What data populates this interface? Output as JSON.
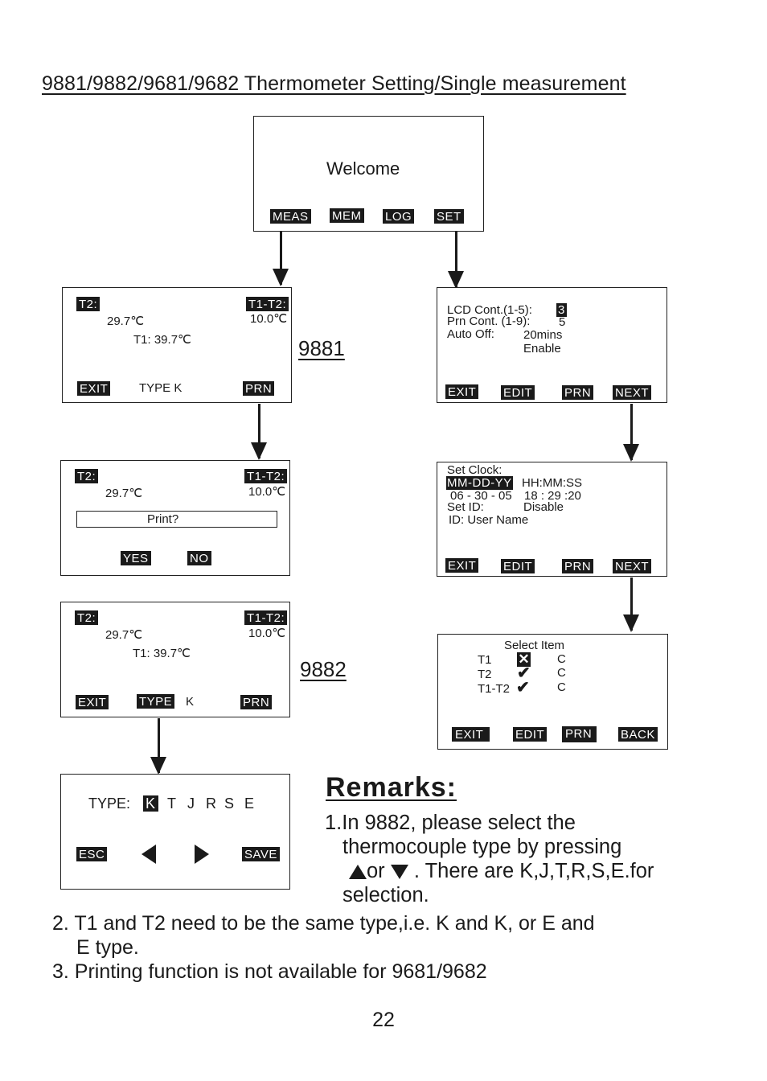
{
  "page_title": "9881/9882/9681/9682 Thermometer  Setting/Single measurement",
  "welcome_screen": {
    "message": "Welcome",
    "softkeys": [
      "MEAS",
      "MEM",
      "LOG",
      "SET"
    ]
  },
  "meas_9881_screen": {
    "t2_label": "T2:",
    "t2_value": "29.7℃",
    "diff_label": "T1-T2:",
    "diff_value": "10.0℃",
    "t1_reading": "T1: 39.7℃",
    "type_text": "TYPE K",
    "softkeys": {
      "exit": "EXIT",
      "prn": "PRN"
    }
  },
  "model_label_9881": "9881",
  "print_confirm_screen": {
    "t2_label": "T2:",
    "t2_value": "29.7℃",
    "diff_label": "T1-T2:",
    "diff_value": "10.0℃",
    "prompt": "Print?",
    "softkeys": {
      "yes": "YES",
      "no": "NO"
    }
  },
  "meas_9882_screen": {
    "t2_label": "T2:",
    "t2_value": "29.7℃",
    "diff_label": "T1-T2:",
    "diff_value": "10.0℃",
    "t1_reading": "T1: 39.7℃",
    "type_value": "K",
    "softkeys": {
      "exit": "EXIT",
      "type": "TYPE",
      "prn": "PRN"
    }
  },
  "model_label_9882": "9882",
  "type_select_screen": {
    "label": "TYPE:",
    "selected": "K",
    "options": [
      "T",
      "J",
      "R",
      "S",
      "E"
    ],
    "softkeys": {
      "esc": "ESC",
      "save": "SAVE"
    },
    "icons": [
      "arrow-left-icon",
      "arrow-right-icon"
    ]
  },
  "settings_screen": {
    "lcd_label": "LCD Cont.(1-5):",
    "lcd_value": "3",
    "prn_label": "Prn Cont.  (1-9):",
    "prn_value": "5",
    "auto_off_label": "Auto Off:",
    "auto_off_time": "20mins",
    "auto_off_state": "Enable",
    "softkeys": {
      "exit": "EXIT",
      "edit": "EDIT",
      "prn": "PRN",
      "next": "NEXT"
    }
  },
  "clock_screen": {
    "title": "Set Clock:",
    "date_format": "MM-DD-YY",
    "time_format": "HH:MM:SS",
    "date_value": "06 - 30 - 05",
    "time_value": "18 :  29 :20",
    "set_id_label": "Set ID:",
    "set_id_value": "Disable",
    "id_line": "ID: User Name",
    "softkeys": {
      "exit": "EXIT",
      "edit": "EDIT",
      "prn": "PRN",
      "next": "NEXT"
    }
  },
  "select_item_screen": {
    "title": "Select Item",
    "items": [
      {
        "name": "T1",
        "state": "unchecked",
        "unit": "C"
      },
      {
        "name": "T2",
        "state": "checked",
        "unit": "C"
      },
      {
        "name": "T1-T2",
        "state": "checked",
        "unit": "C"
      }
    ],
    "softkeys": {
      "exit": "EXIT",
      "edit": "EDIT",
      "prn": "PRN",
      "back": "BACK"
    }
  },
  "remarks": {
    "heading": "Remarks:",
    "item1_line1": "1.In 9882, please select the",
    "item1_line2": "thermocouple type by pressing",
    "item1_or": "or",
    "item1_line3_rest": " . There are K,J,T,R,S,E.for",
    "item1_line4": "selection.",
    "item2_line1": "2. T1 and T2 need to be the same type,i.e. K and K, or E and",
    "item2_line2": "E type.",
    "item3": "3. Printing function is not available for 9681/9682"
  },
  "page_number": "22"
}
